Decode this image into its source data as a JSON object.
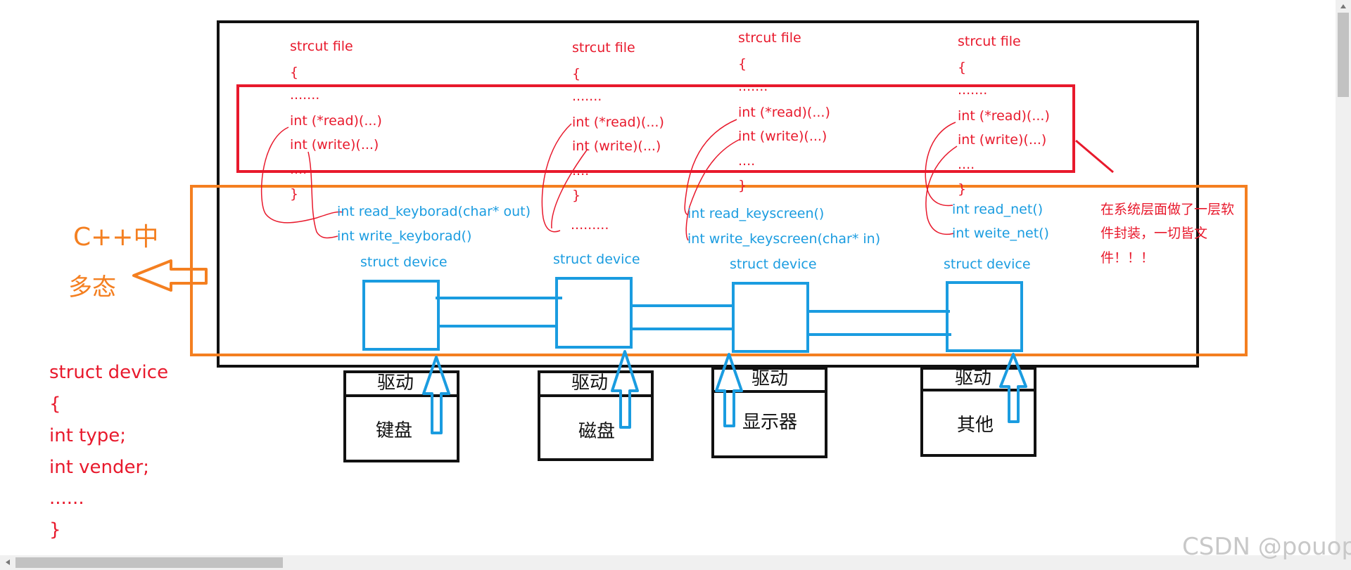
{
  "columns": [
    {
      "struct_lines": [
        "strcut file",
        "{",
        ".......",
        "int (*read)(...)",
        "int (write)(...)",
        "....",
        "}"
      ],
      "func_lines": [
        "int read_keyborad(char* out)",
        "int write_keyborad()"
      ],
      "device_label": "struct device",
      "driver_label": "驱动",
      "hardware_label": "键盘"
    },
    {
      "struct_lines": [
        "strcut file",
        "{",
        ".......",
        "int (*read)(...)",
        "int (write)(...)",
        "....",
        "}",
        "........."
      ],
      "func_lines": [],
      "device_label": "struct device",
      "driver_label": "驱动",
      "hardware_label": "磁盘"
    },
    {
      "struct_lines": [
        "strcut file",
        "{",
        ".......",
        "int (*read)(...)",
        "int (write)(...)",
        "....",
        "}"
      ],
      "func_lines": [
        "int read_keyscreen()",
        "int write_keyscreen(char* in)"
      ],
      "device_label": "struct device",
      "driver_label": "驱动",
      "hardware_label": "显示器"
    },
    {
      "struct_lines": [
        "strcut file",
        "{",
        ".......",
        "int (*read)(...)",
        "int (write)(...)",
        "....",
        "}"
      ],
      "func_lines": [
        "int read_net()",
        "int weite_net()"
      ],
      "device_label": "struct device",
      "driver_label": "驱动",
      "hardware_label": "其他"
    }
  ],
  "annotation_lines": [
    "在系统层面做了一层软",
    "件封装，一切皆文",
    "件！！！"
  ],
  "polymorphism_lines": [
    "C++中",
    "多态"
  ],
  "device_struct_lines": [
    "struct device",
    "{",
    "int type;",
    "int vender;",
    "......",
    "}"
  ],
  "watermark": "CSDN @pouop",
  "colors": {
    "red": "#e8192c",
    "blue": "#1a9ce0",
    "orange": "#f47f20",
    "black": "#111111"
  }
}
